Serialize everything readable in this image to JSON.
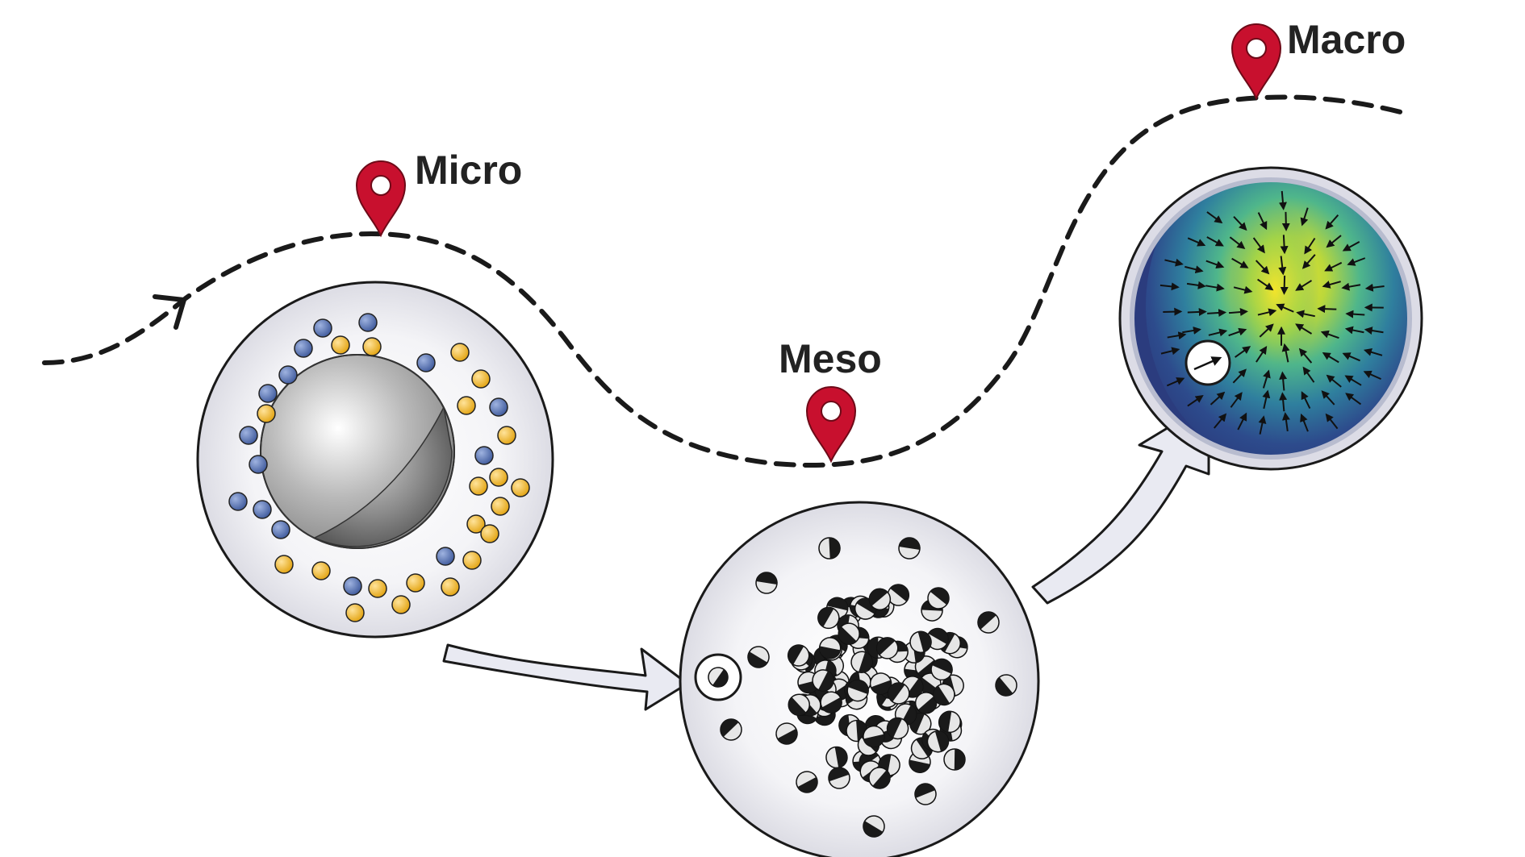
{
  "labels": {
    "micro": "Micro",
    "meso": "Meso",
    "macro": "Macro"
  },
  "colors": {
    "pin": "#c8102e",
    "path": "#1a1a1a",
    "micro_ion_blue": "#4f6aa8",
    "micro_ion_orange": "#f0b323",
    "circle_fill": "#f7f7fa",
    "arrow_fill": "#e9eaf2",
    "field_low": "#2c3e80",
    "field_mid": "#3aa59a",
    "field_high": "#f0e531"
  },
  "icons": {
    "pin": "map-pin-icon",
    "arrow": "curved-arrow"
  }
}
